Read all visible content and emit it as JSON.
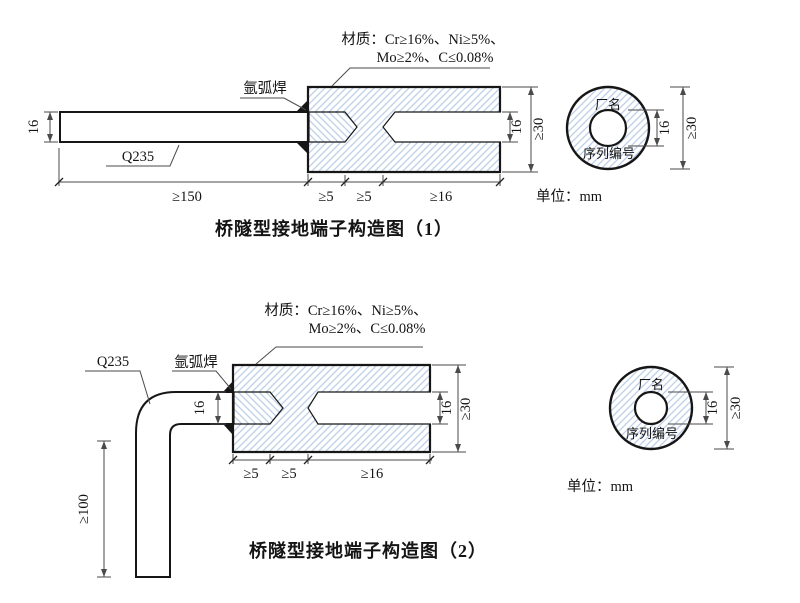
{
  "page": {
    "background": "#ffffff",
    "colors": {
      "hatch": "#bdd0e9",
      "outline": "#161616",
      "dim_line": "#4a4a4a",
      "text": "#141414"
    }
  },
  "figures": [
    {
      "material_line1": "材质：Cr≥16%、Ni≥5%、",
      "material_line2": "Mo≥2%、C≤0.08%",
      "weld_label": "氩弧焊",
      "rod_label": "Q235",
      "dims": {
        "rod_height": "16",
        "rod_length": "≥150",
        "insert_depth": "≥5",
        "wall": "≥5",
        "hole_depth": "≥16",
        "hole_height": "16",
        "body_height": "≥30"
      },
      "end_view": {
        "factory_label": "厂名",
        "serial_label": "序列编号",
        "hole_dia": "16",
        "outer_dia": "≥30"
      },
      "unit_label": "单位：mm",
      "caption": "桥隧型接地端子构造图（1）"
    },
    {
      "material_line1": "材质：Cr≥16%、Ni≥5%、",
      "material_line2": "Mo≥2%、C≤0.08%",
      "weld_label": "氩弧焊",
      "rod_label": "Q235",
      "dims": {
        "rod_height": "16",
        "leg_length": "≥100",
        "insert_depth": "≥5",
        "wall": "≥5",
        "hole_depth": "≥16",
        "hole_height": "16",
        "body_height": "≥30"
      },
      "end_view": {
        "factory_label": "厂名",
        "serial_label": "序列编号",
        "hole_dia": "16",
        "outer_dia": "≥30"
      },
      "unit_label": "单位：mm",
      "caption": "桥隧型接地端子构造图（2）"
    }
  ]
}
